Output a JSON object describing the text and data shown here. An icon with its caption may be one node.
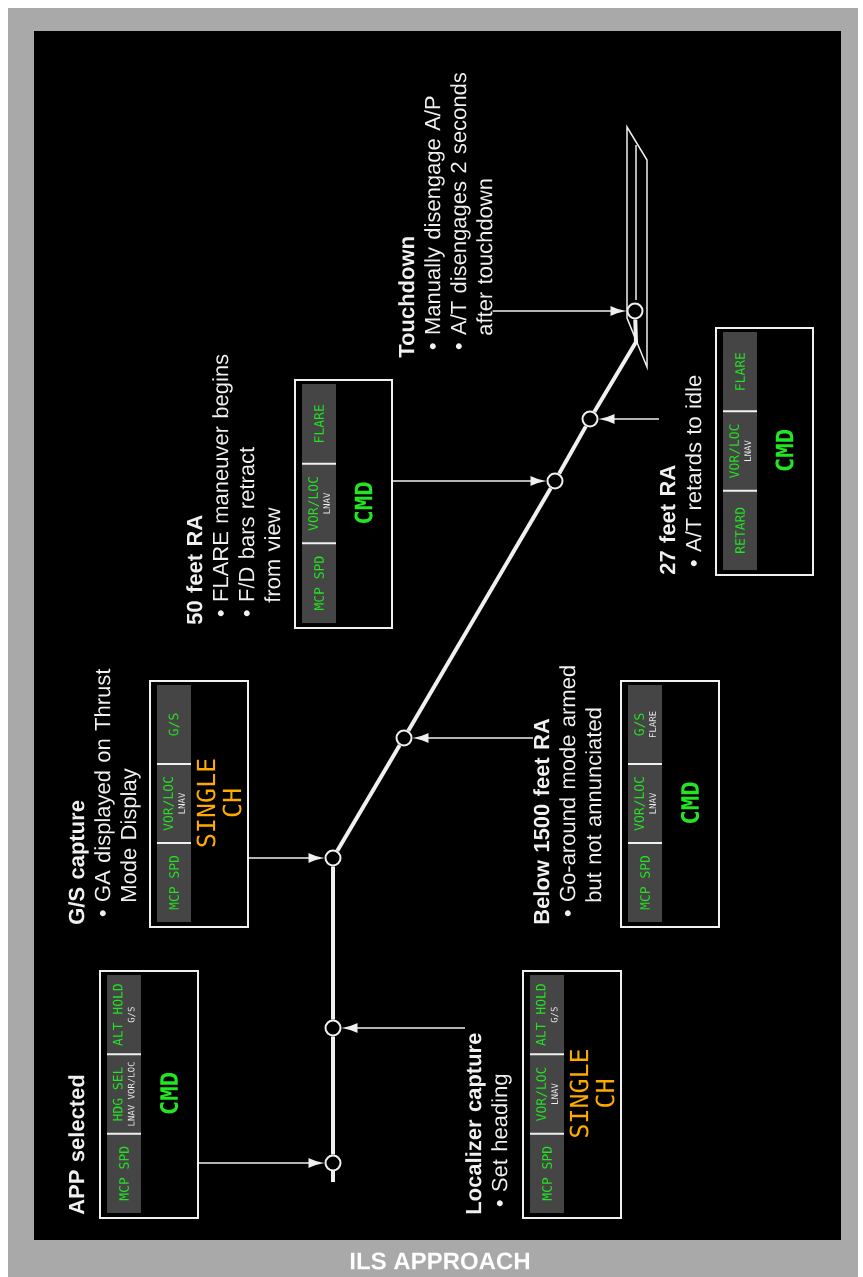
{
  "diagram": {
    "title": "ILS APPROACH",
    "nodes": [
      {
        "text": [
          "APP selected"
        ]
      },
      {
        "text": [
          "CMD"
        ]
      },
      {
        "text": [
          "MCP SPD"
        ],
        "in": 1
      },
      {
        "text": [
          "HDG SEL",
          "LNAV VOR/LOC"
        ],
        "in": 1
      },
      {
        "text": [
          "ALT HOLD",
          "G/S"
        ],
        "in": 1
      },
      {
        "text": [
          "Localizer capture",
          "• Set heading"
        ]
      },
      {
        "text": [
          "SINGLE CH"
        ]
      },
      {
        "text": [
          "MCP SPD"
        ],
        "in": 6
      },
      {
        "text": [
          "VOR/LOC",
          "LNAV"
        ],
        "in": 6
      },
      {
        "text": [
          "ALT HOLD",
          "G/S"
        ],
        "in": 6
      },
      {
        "text": [
          "G/S capture",
          "• GA displayed on Thrust Mode Display"
        ]
      },
      {
        "text": [
          "SINGLE CH"
        ]
      },
      {
        "text": [
          "MCP SPD"
        ],
        "in": 11
      },
      {
        "text": [
          "VOR/LOC",
          "LNAV"
        ],
        "in": 11
      },
      {
        "text": [
          "G/S"
        ],
        "in": 11
      },
      {
        "text": [
          "Below 1500 feet RA",
          "• Go-around mode armed but not annunciated"
        ]
      },
      {
        "text": [
          "CMD"
        ]
      },
      {
        "text": [
          "MCP SPD"
        ],
        "in": 16
      },
      {
        "text": [
          "VOR/LOC",
          "LNAV"
        ],
        "in": 16
      },
      {
        "text": [
          "G/S",
          "FLARE"
        ],
        "in": 16
      },
      {
        "text": [
          "50 feet RA",
          "• FLARE maneuver begins",
          "• F/D bars retract from view"
        ]
      },
      {
        "text": [
          "CMD"
        ]
      },
      {
        "text": [
          "MCP SPD"
        ],
        "in": 21
      },
      {
        "text": [
          "VOR/LOC",
          "LNAV"
        ],
        "in": 21
      },
      {
        "text": [
          "FLARE"
        ],
        "in": 21
      },
      {
        "text": [
          "27 feet RA",
          "• A/T retards to idle"
        ]
      },
      {
        "text": [
          "CMD"
        ]
      },
      {
        "text": [
          "RETARD"
        ],
        "in": 26
      },
      {
        "text": [
          "VOR/LOC",
          "LNAV"
        ],
        "in": 26
      },
      {
        "text": [
          "FLARE"
        ],
        "in": 26
      },
      {
        "text": [
          "Touchdown",
          "• Manually disengage A/P",
          "• A/T disengages 2 seconds after touchdown"
        ]
      },
      {
        "text": [],
        "shape": "circle"
      },
      {
        "text": [],
        "shape": "circle"
      },
      {
        "text": [],
        "shape": "circle"
      },
      {
        "text": [],
        "shape": "circle"
      },
      {
        "text": [],
        "shape": "circle"
      },
      {
        "text": [],
        "shape": "circle"
      },
      {
        "text": [],
        "shape": "circle"
      }
    ],
    "edges": [
      {
        "from": 1,
        "to": 31,
        "arrow": "to"
      },
      {
        "from": 5,
        "to": 32,
        "arrow": "to"
      },
      {
        "from": 11,
        "to": 33,
        "arrow": "to"
      },
      {
        "from": 15,
        "to": 34,
        "arrow": "to"
      },
      {
        "from": 21,
        "to": 35,
        "arrow": "to"
      },
      {
        "from": 25,
        "to": 36,
        "arrow": "to"
      },
      {
        "from": 30,
        "to": 37,
        "arrow": "to"
      },
      {
        "from": 31,
        "to": 32,
        "arrow": "none",
        "style": "thick"
      },
      {
        "from": 32,
        "to": 33,
        "arrow": "none",
        "style": "thick"
      },
      {
        "from": 33,
        "to": 34,
        "arrow": "none",
        "style": "thick"
      },
      {
        "from": 34,
        "to": 35,
        "arrow": "none",
        "style": "thick"
      },
      {
        "from": 35,
        "to": 36,
        "arrow": "none",
        "style": "thick"
      },
      {
        "from": 36,
        "to": 37,
        "arrow": "none",
        "style": "thick"
      }
    ]
  }
}
